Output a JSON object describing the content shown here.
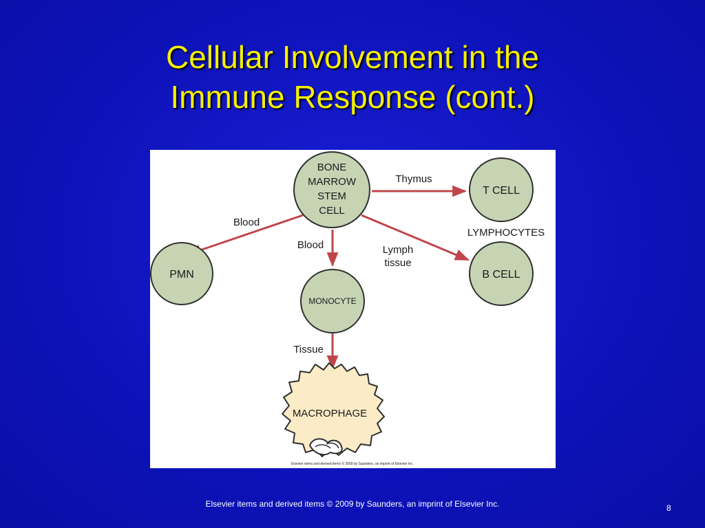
{
  "slide": {
    "title_line1": "Cellular Involvement in the",
    "title_line2": "Immune Response (cont.)",
    "footer": "Elsevier items and derived items © 2009 by Saunders, an imprint of Elsevier Inc.",
    "page_number": "8"
  },
  "diagram": {
    "nodes": {
      "stem_cell": [
        "BONE",
        "MARROW",
        "STEM",
        "CELL"
      ],
      "t_cell": "T CELL",
      "b_cell": "B CELL",
      "pmn": "PMN",
      "monocyte": "MONOCYTE",
      "macrophage": "MACROPHAGE"
    },
    "edge_labels": {
      "thymus": "Thymus",
      "blood_left": "Blood",
      "blood_down": "Blood",
      "lymph_line1": "Lymph",
      "lymph_line2": "tissue",
      "tissue": "Tissue"
    },
    "group_label": "LYMPHOCYTES",
    "credit": "Elsevier items and derived items © 2009 by Saunders, an imprint of Elsevier Inc.",
    "colors": {
      "node_fill": "#c6d4b4",
      "node_stroke": "#2f2f2f",
      "arrow": "#c0454a",
      "macrophage_fill": "#fbebc6"
    }
  }
}
